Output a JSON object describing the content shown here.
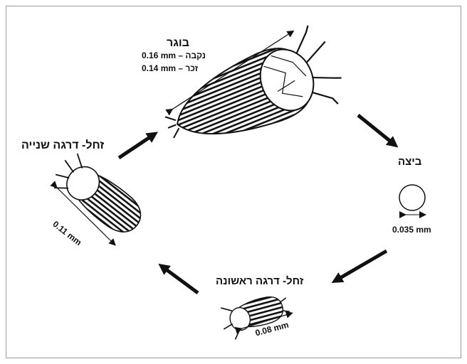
{
  "stages": {
    "adult": {
      "title": "בוגר",
      "female_line": "0.16 mm – נקבה",
      "male_line": "0.14 mm – זכר"
    },
    "egg": {
      "title": "ביצה",
      "size": "0.035 mm"
    },
    "nymph1": {
      "title": "זחל- דרגה ראשונה",
      "size": "0.08 mm"
    },
    "nymph2": {
      "title": "זחל- דרגה שנייה",
      "size": "0.11 mm"
    }
  },
  "colors": {
    "ink": "#111111",
    "frame": "#9a9a9a",
    "background": "#ffffff"
  }
}
